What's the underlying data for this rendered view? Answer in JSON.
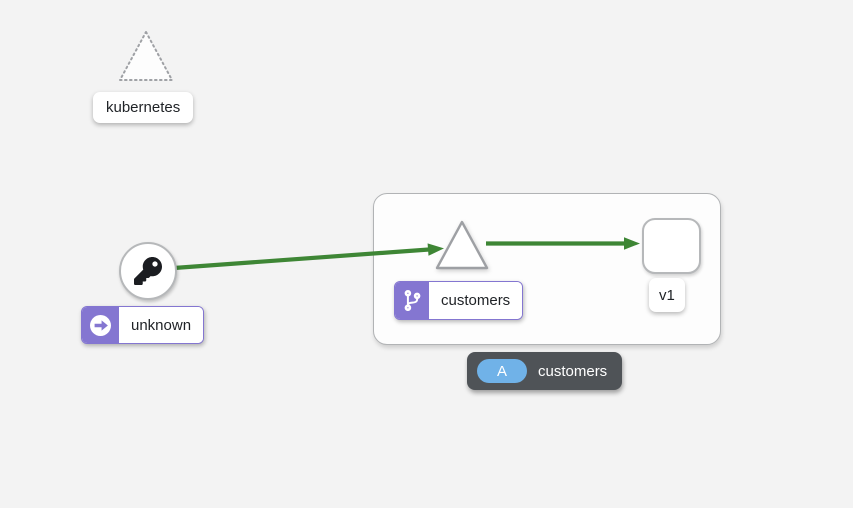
{
  "canvas": {
    "background_color": "#f3f3f3"
  },
  "colors": {
    "edge": "#3E8635",
    "badge_purple": "#8476d1",
    "app_pill_blue": "#70b2e8",
    "appbox_label_background": "#4f5357",
    "node_border": "#9ea0a4",
    "dashed_border": "#9fa1a5",
    "icon_black": "#1b1d21",
    "white": "#ffffff"
  },
  "nodes": {
    "kubernetes": {
      "shape": "dashed-triangle",
      "label": "kubernetes"
    },
    "unknown": {
      "shape": "circle",
      "icon": "key-icon",
      "badge_icon": "arrow-circle-right-icon",
      "label": "unknown"
    },
    "customers_service": {
      "shape": "triangle",
      "badge_icon": "code-branch-icon",
      "label": "customers"
    },
    "v1": {
      "shape": "rounded-square",
      "label": "v1"
    }
  },
  "app_box": {
    "badge_letter": "A",
    "label": "customers"
  },
  "edges": [
    {
      "from": "unknown",
      "to": "customers_service",
      "status_color": "#3E8635"
    },
    {
      "from": "customers_service",
      "to": "v1",
      "status_color": "#3E8635"
    }
  ]
}
